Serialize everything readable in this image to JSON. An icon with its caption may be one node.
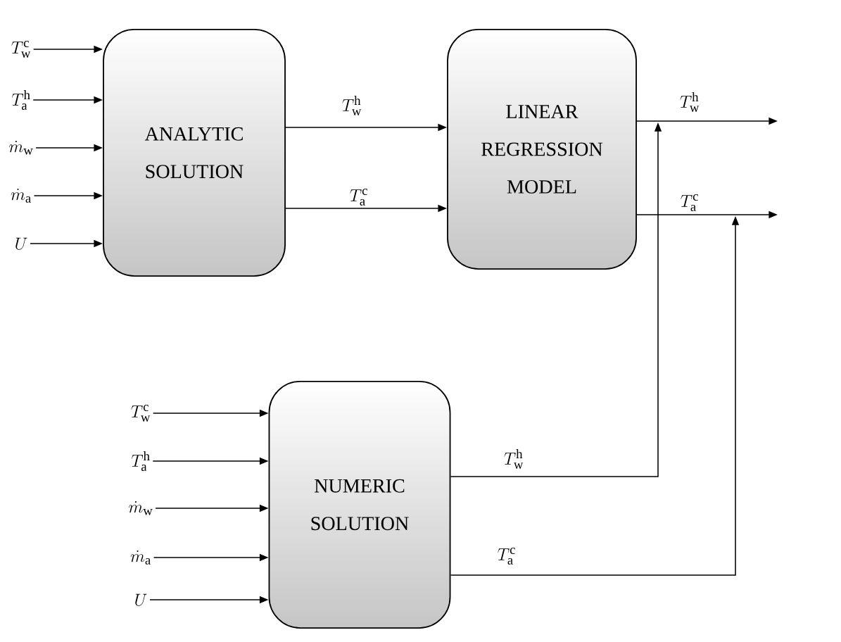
{
  "diagram": {
    "nodes": [
      {
        "text": [
          "ANALYTIC SOLUTION"
        ]
      },
      {
        "text": [
          "LINEAR REGRESSION MODEL"
        ]
      },
      {
        "text": [
          "NUMERIC SOLUTION"
        ]
      },
      {
        "text": [
          "T_{\\mathrm{w}}^{\\mathrm{c}}"
        ]
      },
      {
        "text": [
          "T_{\\mathrm{a}}^{\\mathrm{h}}"
        ]
      },
      {
        "text": [
          "\\dot{m}_{\\mathrm{w}}"
        ]
      },
      {
        "text": [
          "\\dot{m}_{\\mathrm{a}}"
        ]
      },
      {
        "text": [
          "U"
        ]
      },
      {
        "text": [
          "T_{\\mathrm{w}}^{\\mathrm{c}}"
        ]
      },
      {
        "text": [
          "T_{\\mathrm{a}}^{\\mathrm{h}}"
        ]
      },
      {
        "text": [
          "\\dot{m}_{\\mathrm{w}}"
        ]
      },
      {
        "text": [
          "\\dot{m}_{\\mathrm{a}}"
        ]
      },
      {
        "text": [
          "U"
        ]
      }
    ],
    "edges": [
      {
        "from": 3,
        "to": 0,
        "arrow": "to"
      },
      {
        "from": 4,
        "to": 0,
        "arrow": "to"
      },
      {
        "from": 5,
        "to": 0,
        "arrow": "to"
      },
      {
        "from": 6,
        "to": 0,
        "arrow": "to"
      },
      {
        "from": 7,
        "to": 0,
        "arrow": "to"
      },
      {
        "from": 0,
        "to": 1,
        "arrow": "to",
        "label": "T_{\\mathrm{w}}^{\\mathrm{h}}"
      },
      {
        "from": 0,
        "to": 1,
        "arrow": "to",
        "label": "T_{\\mathrm{a}}^{\\mathrm{c}}"
      },
      {
        "from": 1,
        "to": null,
        "arrow": "to",
        "label": "T_{\\mathrm{w}}^{\\mathrm{h}}"
      },
      {
        "from": 1,
        "to": null,
        "arrow": "to",
        "label": "T_{\\mathrm{a}}^{\\mathrm{c}}"
      },
      {
        "from": 8,
        "to": 2,
        "arrow": "to"
      },
      {
        "from": 9,
        "to": 2,
        "arrow": "to"
      },
      {
        "from": 10,
        "to": 2,
        "arrow": "to"
      },
      {
        "from": 11,
        "to": 2,
        "arrow": "to"
      },
      {
        "from": 12,
        "to": 2,
        "arrow": "to"
      },
      {
        "from": 2,
        "to": null,
        "arrow": "to",
        "label": "T_{\\mathrm{w}}^{\\mathrm{h}}"
      },
      {
        "from": 2,
        "to": null,
        "arrow": "to",
        "label": "T_{\\mathrm{a}}^{\\mathrm{c}}"
      }
    ]
  }
}
